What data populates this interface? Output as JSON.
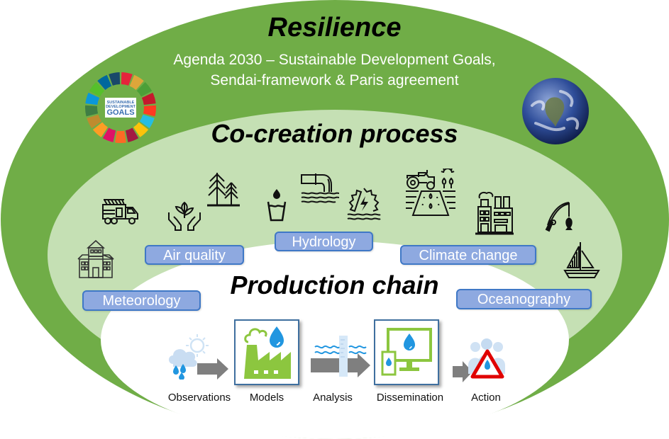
{
  "colors": {
    "outer_green": "#70ad47",
    "middle_green": "#c5e0b4",
    "inner_white": "#ffffff",
    "tag_fill": "#8ea9e0",
    "tag_border": "#3f78c6",
    "process_green": "#8cc63f",
    "water_blue": "#2196e0",
    "arrow_gray": "#7f7f7f",
    "warning_red": "#e00000"
  },
  "resilience": {
    "title": "Resilience",
    "subtitle_line1": "Agenda 2030 – Sustainable Development Goals,",
    "subtitle_line2": "Sendai-framework & Paris agreement",
    "sdg_logo": {
      "icon": "sdg-wheel-icon",
      "text_line1": "SUSTAINABLE",
      "text_line2": "DEVELOPMENT",
      "text_line3": "GOALS"
    },
    "globe": {
      "icon": "earth-globe-icon"
    }
  },
  "co_creation": {
    "title": "Co-creation process",
    "icons": [
      "fire-truck-icon",
      "plant-in-hands-icon",
      "pine-trees-icon",
      "water-glass-icon",
      "outflow-pipe-icon",
      "hydropower-icon",
      "tractor-farm-icon",
      "factory-icon",
      "fishing-rod-icon",
      "school-building-icon",
      "sailboat-icon"
    ],
    "tags": {
      "air_quality": "Air quality",
      "hydrology": "Hydrology",
      "climate_change": "Climate change",
      "meteorology": "Meteorology",
      "oceanography": "Oceanography"
    }
  },
  "production_chain": {
    "title": "Production chain",
    "steps": [
      {
        "label": "Observations",
        "icon": "cloud-rain-sun-icon"
      },
      {
        "label": "Models",
        "icon": "factory-water-drop-icon"
      },
      {
        "label": "Analysis",
        "icon": "water-gauge-icon"
      },
      {
        "label": "Dissemination",
        "icon": "screen-phone-drop-icon"
      },
      {
        "label": "Action",
        "icon": "warning-triangle-people-icon"
      }
    ]
  }
}
